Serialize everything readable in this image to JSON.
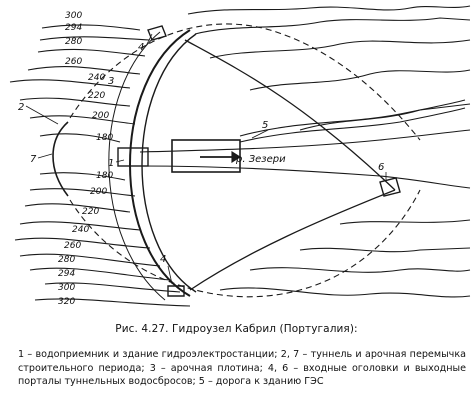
{
  "figure": {
    "contours_top": [
      "300",
      "294",
      "280",
      "260",
      "240",
      "220",
      "200",
      "180"
    ],
    "contours_bottom": [
      "180",
      "200",
      "220",
      "240",
      "260",
      "280",
      "294",
      "300",
      "320"
    ],
    "callouts": [
      "1",
      "2",
      "3",
      "4",
      "4",
      "5",
      "6",
      "7"
    ],
    "river_label": "р. Зезери"
  },
  "caption": {
    "title": "Рис. 4.27. Гидроузел Кабрил (Португалия):",
    "legend": "1 – водоприемник и здание гидроэлектростанции; 2, 7 – туннель и арочная перемычка строительного периода; 3 – арочная плотина; 4, 6 – входные оголовки и выходные порталы туннельных водосбросов; 5 – дорога к зданию ГЭС"
  }
}
